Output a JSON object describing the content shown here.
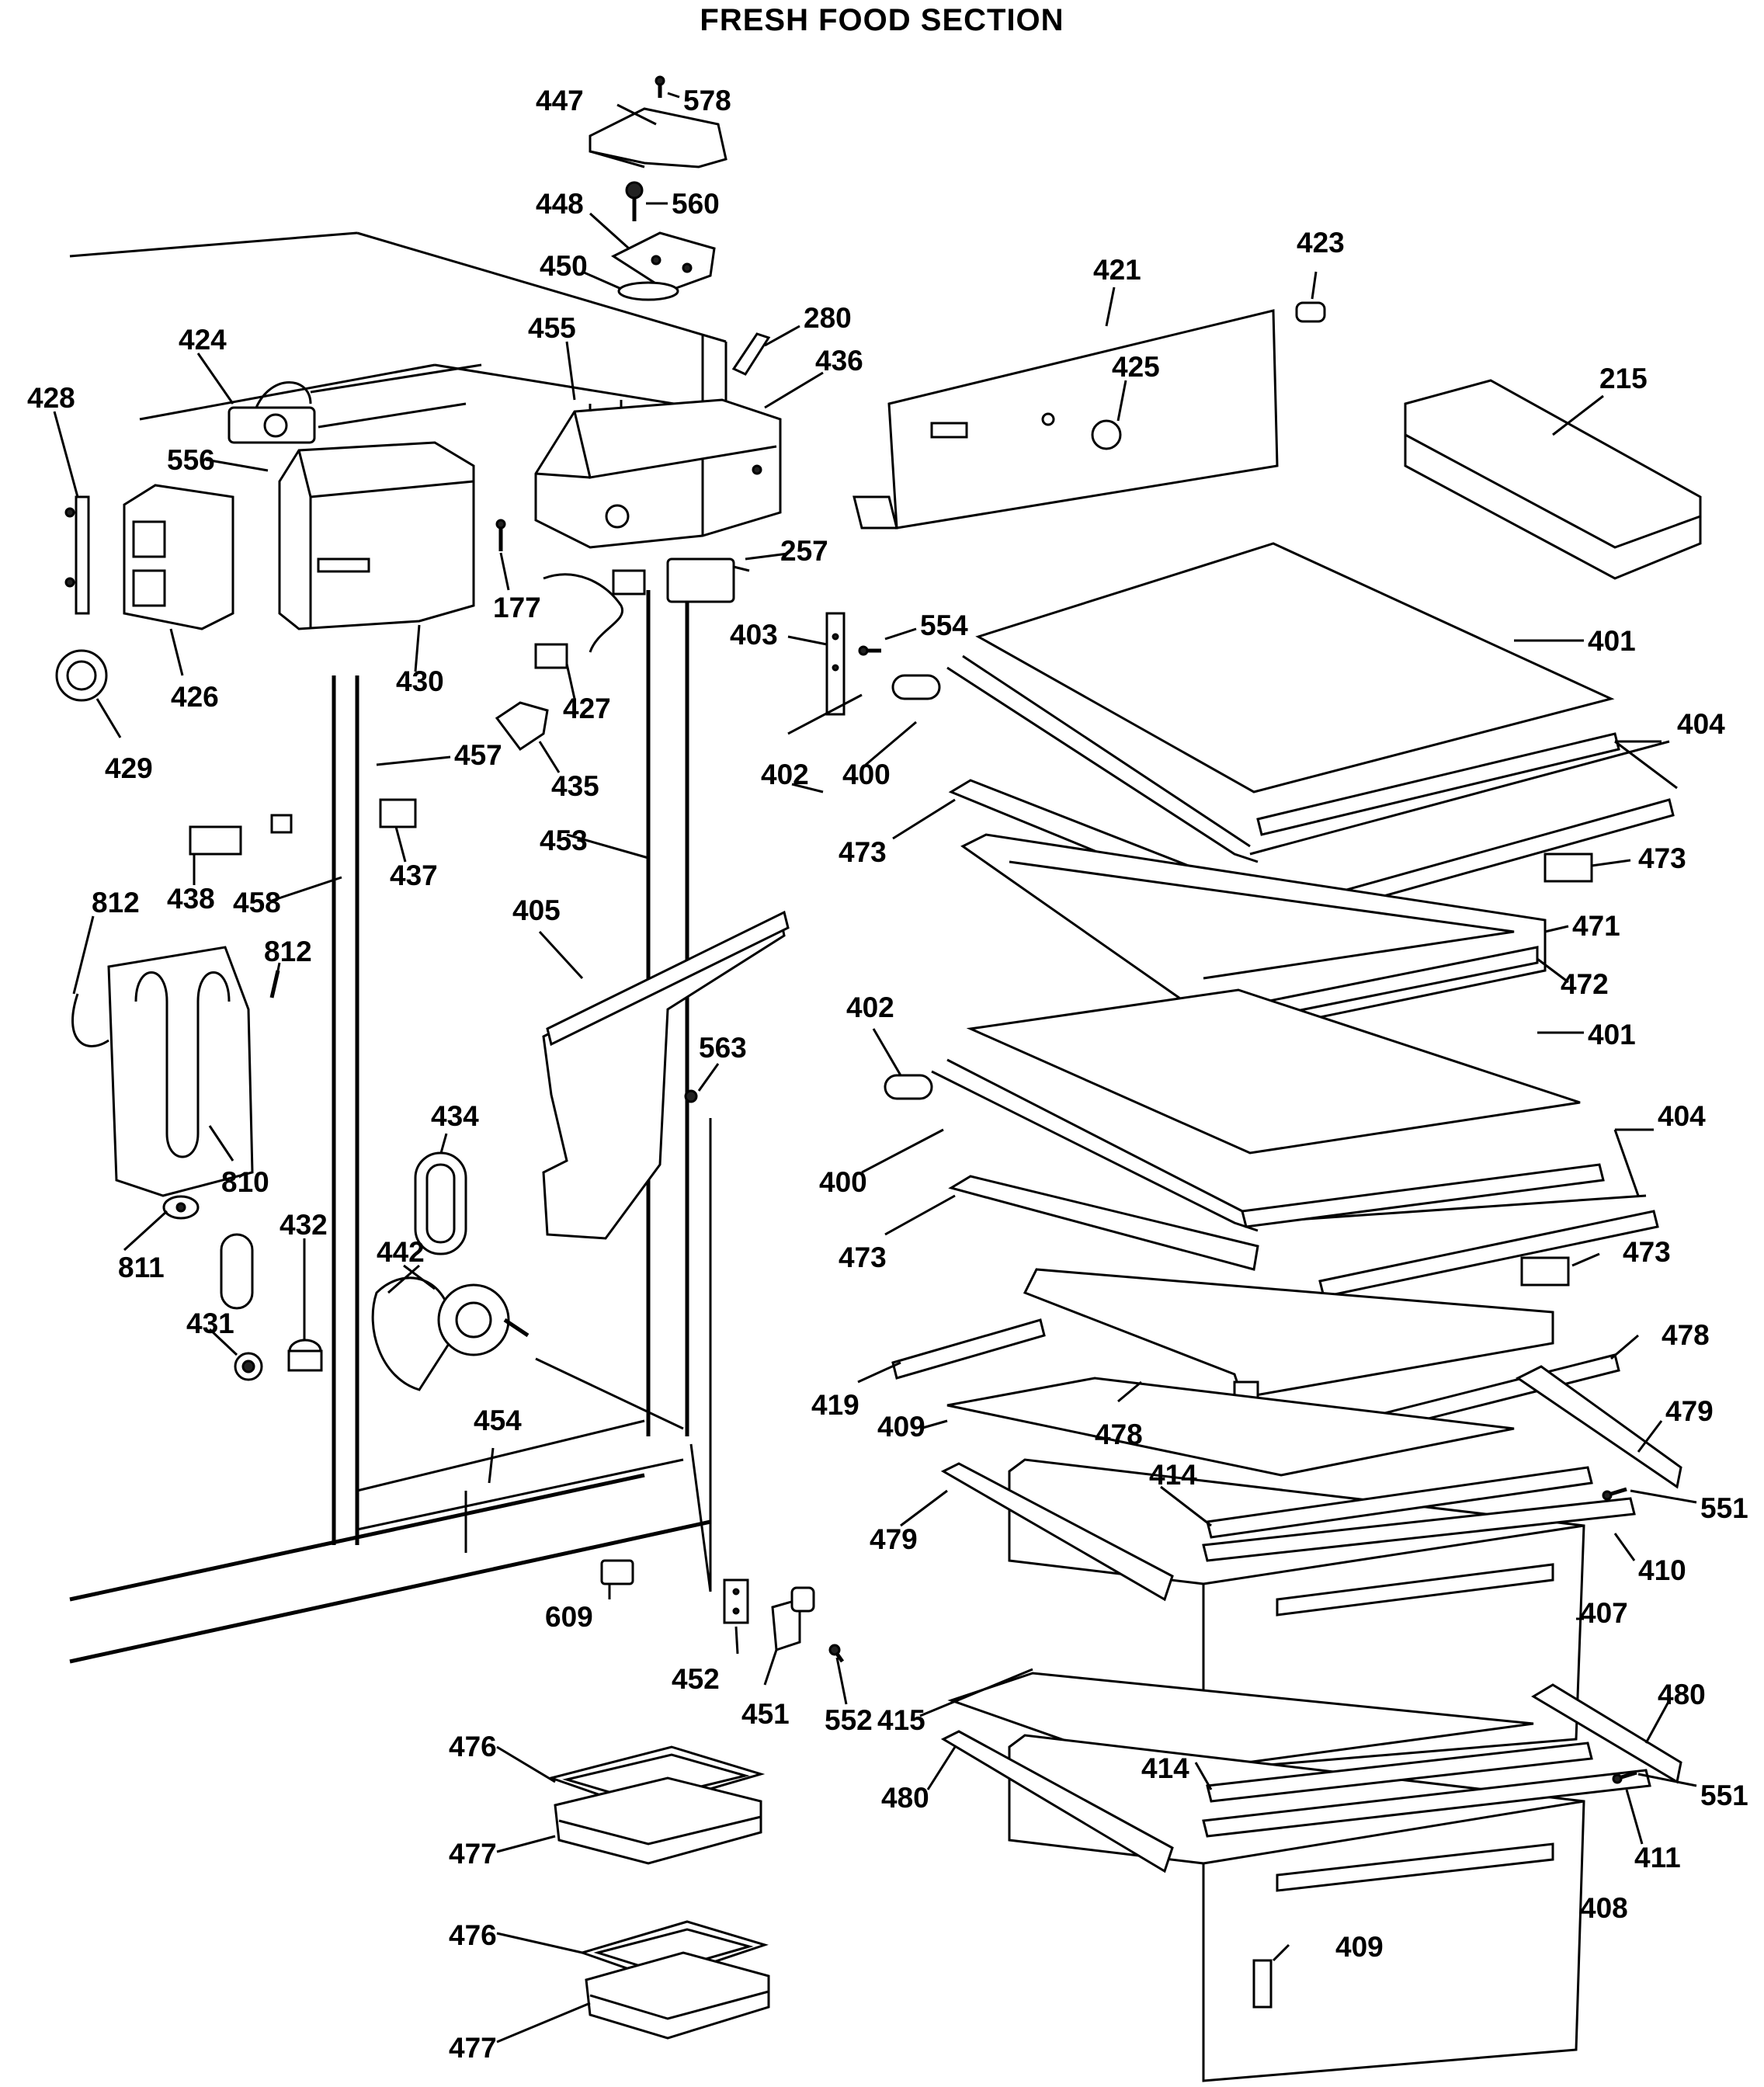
{
  "title": "FRESH FOOD SECTION",
  "callouts": {
    "c447": "447",
    "c578": "578",
    "c448": "448",
    "c560": "560",
    "c450": "450",
    "c423": "423",
    "c421": "421",
    "c280": "280",
    "c455": "455",
    "c436": "436",
    "c424": "424",
    "c425": "425",
    "c215": "215",
    "c428": "428",
    "c556": "556",
    "c257": "257",
    "c554": "554",
    "c403": "403",
    "c177": "177",
    "c401a": "401",
    "c426": "426",
    "c430": "430",
    "c427": "427",
    "c404a": "404",
    "c429": "429",
    "c402a": "402",
    "c400a": "400",
    "c457": "457",
    "c435": "435",
    "c473a": "473",
    "c453": "453",
    "c473b": "473",
    "c438": "438",
    "c437": "437",
    "c458": "458",
    "c471": "471",
    "c812a": "812",
    "c405": "405",
    "c472": "472",
    "c812b": "812",
    "c402b": "402",
    "c401b": "401",
    "c563": "563",
    "c434": "434",
    "c404b": "404",
    "c810": "810",
    "c400b": "400",
    "c432": "432",
    "c442": "442",
    "c811": "811",
    "c473c": "473",
    "c473d": "473",
    "c478a": "478",
    "c431": "431",
    "c419": "419",
    "c409a": "409",
    "c478b": "478",
    "c479a": "479",
    "c454": "454",
    "c414a": "414",
    "c551a": "551",
    "c479b": "479",
    "c410": "410",
    "c609": "609",
    "c407": "407",
    "c452": "452",
    "c451": "451",
    "c552": "552",
    "c415": "415",
    "c480a": "480",
    "c476a": "476",
    "c414b": "414",
    "c551b": "551",
    "c480b": "480",
    "c477a": "477",
    "c411": "411",
    "c408": "408",
    "c476b": "476",
    "c409b": "409",
    "c477b": "477"
  }
}
